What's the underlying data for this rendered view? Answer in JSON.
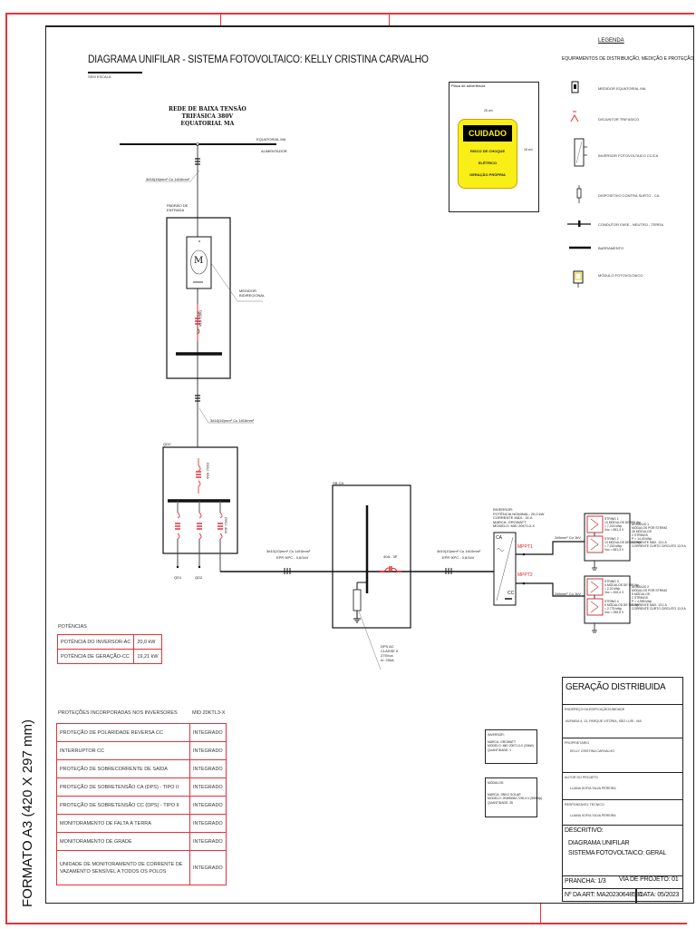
{
  "sheet": {
    "title": "DIAGRAMA UNIFILAR - SISTEMA FOTOVOLTAICO: KELLY CRISTINA CARVALHO",
    "scale_note": "SEM ESCALA",
    "side_format": "FORMATO A3 (420 X 297 mm)"
  },
  "grid": {
    "network_title": [
      "REDE DE BAIXA TENSÃO",
      "TRIFÁSICA 380V",
      "EQUATORIAL MA"
    ],
    "utility_label": "EQUATORIAL MA",
    "pole_label": "ALIMENTADOR",
    "cable_1": "3#16(16)mm² Cu 1#16mm²",
    "meter_box_label": "PADRÃO DE ENTRADA",
    "meter_label": "MEDIDOR BIDIRECIONAL",
    "meter_symbol": "M",
    "breaker_1": "DISJ. 63A",
    "cable_2": "3#16(16)mm² Cu 1#16mm²"
  },
  "qdc": {
    "label": "QDC",
    "breaker_main": "DISJ. 63A",
    "breaker_fv": "DISJ. 40A",
    "circuit_1": "QD1",
    "circuit_2": "QD2",
    "cable_3_line1": "3#10(10)mm² Cu 1#10mm²",
    "cable_3_line2": "EPR 90ºC - 0,6/1kV"
  },
  "string_box": {
    "label": "SB-CA",
    "breaker": "40A - 3P",
    "dps_lines": [
      "DPS AC",
      "CLASSE II",
      "275Vca",
      "In: 20kA"
    ],
    "cable_4_line1": "3#10(10)mm² Cu 1#10mm²",
    "cable_4_line2": "EPR 90ºC - 0,6/1kV"
  },
  "inverter": {
    "spec_lines": [
      "INVERSOR:",
      "POTÊNCIA NOMINAL: 20,0 kW",
      "CORRENTE MÁX.: 31 A",
      "MARCA: GROWATT",
      "MODELO: MID 20KTL3-X"
    ],
    "ac_label": "CA",
    "dc_label": "CC",
    "mppt1": "MPPT1",
    "mppt2": "MPPT2",
    "dc_cable_1": "2#6mm² Cu 1kV",
    "dc_cable_2": "2#6mm² Cu 1kV"
  },
  "arrays": [
    {
      "strings": [
        {
          "lines": [
            "STRING 1",
            "13 MÓDULOS DE 555 Wp",
            "= 7,215 kWp",
            "Voc = 651,3 V"
          ]
        },
        {
          "lines": [
            "STRING 2",
            "13 MÓDULOS DE 555 Wp",
            "= 7,215 kWp",
            "Voc = 651,3 V"
          ]
        }
      ],
      "info_lines": [
        "ARRANJO 1",
        "MÓDULOS POR STRING",
        "26 MÓDULOS",
        "2 STRINGS",
        "P = 14,43 kWp",
        "CORRENTE MÁX. 13,1 A",
        "CORRENTE CURTO CIRCUITO 13,9 A"
      ]
    },
    {
      "strings": [
        {
          "lines": [
            "STRING 3",
            "4 MÓDULOS DE 555 Wp",
            "= 2,22 kWp",
            "Voc = 200,4 V"
          ]
        },
        {
          "lines": [
            "STRING 4",
            "5 MÓDULOS DE 555 Wp",
            "= 2,775 kWp",
            "Voc = 250,5 V"
          ]
        }
      ],
      "info_lines": [
        "ARRANJO 2",
        "MÓDULOS POR STRING",
        "9 MÓDULOS",
        "2 STRINGS",
        "P = 4,995 kWp",
        "CORRENTE MÁX. 13,1 A",
        "CORRENTE CURTO CIRCUITO 13,9 A"
      ]
    }
  ],
  "warning_sign": {
    "caption": "Placa de advertência",
    "width_dim": "25 cm",
    "height_dim": "18 cm",
    "header": "CUIDADO",
    "lines": [
      "RISCO DE CHOQUE",
      "ELÉTRICO",
      "GERAÇÃO PRÓPRIA"
    ]
  },
  "legend": {
    "title": "LEGENDA",
    "subtitle": "EQUIPAMENTOS DE DISTRIBUIÇÃO, MEDIÇÃO E PROTEÇÃO",
    "items": [
      {
        "icon": "meter-icon",
        "label": "MEDIDOR EQUATORIAL MA"
      },
      {
        "icon": "breaker-icon",
        "label": "DISJUNTOR TRIFÁSICO"
      },
      {
        "icon": "inverter-icon",
        "label": "INVERSOR FOTOVOLTAICO CC/CA"
      },
      {
        "icon": "surge-protector-icon",
        "label": "DISPOSITIVO CONTRA SURTO - CA"
      },
      {
        "icon": "conductor-icon",
        "label": "CONDUTOR FASE - NEUTRO - TERRA"
      },
      {
        "icon": "busbar-icon",
        "label": "BARRAMENTO"
      },
      {
        "icon": "pv-module-icon",
        "label": "MÓDULO FOTOVOLTAICO"
      }
    ]
  },
  "powers": {
    "title": "POTÊNCIAS",
    "rows": [
      {
        "label": "POTÊNCIA DO INVERSOR-AC",
        "value": "20,0 kW"
      },
      {
        "label": "POTÊNCIA DE GERAÇÃO-CC",
        "value": "19,21 kW"
      }
    ]
  },
  "protections": {
    "title": "PROTEÇÕES INCORPORADAS NOS INVERSORES",
    "model": "MID 20KTL3-X",
    "rows": [
      {
        "label": "PROTEÇÃO DE POLARIDADE REVERSA CC",
        "value": "INTEGRADO"
      },
      {
        "label": "INTERRUPTOR CC",
        "value": "INTEGRADO"
      },
      {
        "label": "PROTEÇÃO DE SOBRECORRENTE DE SAÍDA",
        "value": "INTEGRADO"
      },
      {
        "label": "PROTEÇÃO DE SOBRETENSÃO CA (DPS) - TIPO II",
        "value": "INTEGRADO"
      },
      {
        "label": "PROTEÇÃO DE SOBRETENSÃO CC (DPS) - TIPO II",
        "value": "INTEGRADO"
      },
      {
        "label": "MONITORAMENTO DE FALTA À TERRA",
        "value": "INTEGRADO"
      },
      {
        "label": "MONITORAMENTO DE GRADE",
        "value": "INTEGRADO"
      },
      {
        "label": "UNIDADE DE MONITORAMENTO DE CORRENTE DE VAZAMENTO SENSÍVEL A TODOS OS POLOS",
        "value": "INTEGRADO"
      }
    ]
  },
  "equipment_boxes": [
    {
      "lines": [
        "INVERSOR:",
        "MARCA: GROWATT",
        "MODELO: MID 20KTL3-X (20kW)",
        "QUANTIDADE: 1"
      ]
    },
    {
      "lines": [
        "MÓDULOS:",
        "MARCA: JINKO SOLAR",
        "MODELO: JKM555M-72HL4-V (555Wp)",
        "QUANTIDADE: 35"
      ]
    }
  ],
  "title_block": {
    "header": "GERAÇÃO DISTRIBUIDA",
    "address_label": "ENDEREÇO DA EDIFICAÇÃO/UNIDADE",
    "address_value": "AVENIDA 4, 13, PARQUE VITÓRIA, SÃO LUÍS - MA",
    "owner_label": "PROPRIETÁRIO",
    "owner_value": "KELLY CRISTINA CARVALHO",
    "author_label": "AUTOR DO PROJETO",
    "author_value": "LUANA SOFIA SILVA PEREIRA",
    "tech_label": "RESPONSÁVEL TÉCNICO",
    "tech_value": "LUANA SOFIA SILVA PEREIRA",
    "desc_label": "DESCRITIVO:",
    "desc_line1": "DIAGRAMA UNIFILAR",
    "desc_line2": "SISTEMA FOTOVOLTAICO: GERAL",
    "sheet_no": "PRANCHA: 1/3",
    "project_via": "VIA DE PROJETO: 01",
    "art_no": "Nº DA ART: MA20230648581",
    "date": "DATA: 05/2023"
  }
}
